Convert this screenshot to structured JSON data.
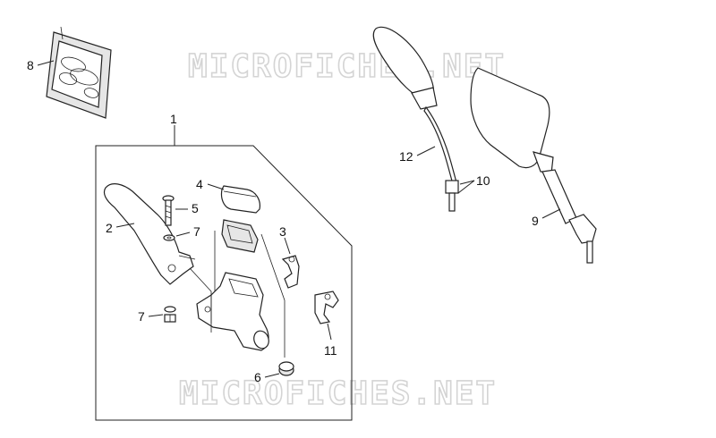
{
  "watermarks": [
    "MICROFICHES.NET",
    "MICROFICHES.NET"
  ],
  "callouts": {
    "c1": "1",
    "c2": "2",
    "c3": "3",
    "c4": "4",
    "c5": "5",
    "c6": "6",
    "c7a": "7",
    "c7b": "7",
    "c8": "8",
    "c9": "9",
    "c10": "10",
    "c11": "11",
    "c12": "12"
  }
}
